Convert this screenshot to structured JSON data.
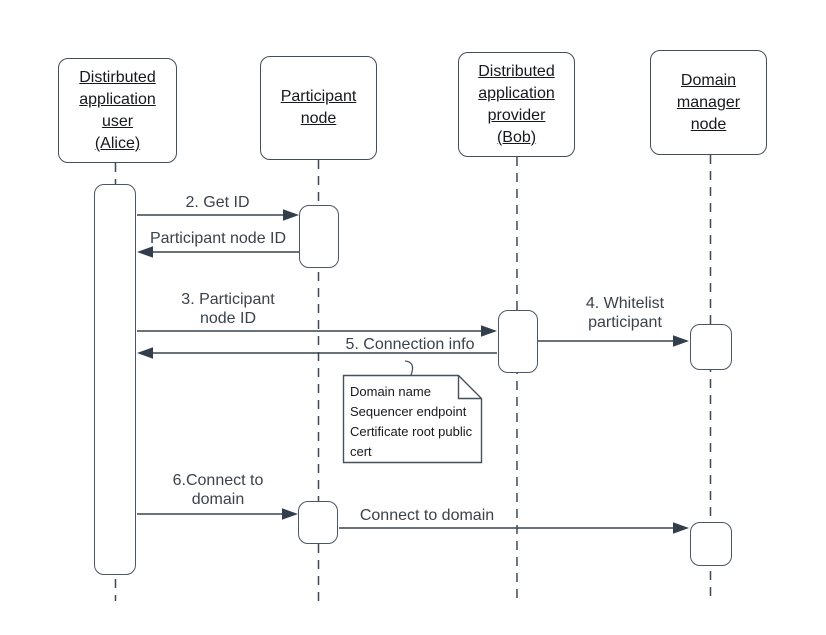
{
  "diagram": {
    "type": "uml-sequence-diagram",
    "background": "#ffffff",
    "colors": {
      "line": "#39434f",
      "box_border": "#434e5c",
      "arrow_fill": "#333e4c",
      "message_text": "#3a424c",
      "actor_text": "#15181c"
    },
    "actors": [
      {
        "id": "alice",
        "label": "Distirbuted\napplication\nuser\n(Alice)"
      },
      {
        "id": "participant-node",
        "label": "Participant\nnode"
      },
      {
        "id": "provider-bob",
        "label": "Distributed\napplication\nprovider\n(Bob)"
      },
      {
        "id": "domain-manager-node",
        "label": "Domain\nmanager\nnode"
      }
    ],
    "messages": [
      {
        "label": "2. Get ID",
        "from": "alice",
        "to": "participant-node",
        "direction": "right"
      },
      {
        "label": "Participant node ID",
        "from": "participant-node",
        "to": "alice",
        "direction": "left"
      },
      {
        "label": "3. Participant\nnode ID",
        "from": "alice",
        "to": "provider-bob",
        "direction": "right"
      },
      {
        "label": "4. Whitelist\nparticipant",
        "from": "provider-bob",
        "to": "domain-manager-node",
        "direction": "right"
      },
      {
        "label": "5. Connection info",
        "from": "provider-bob",
        "to": "alice",
        "direction": "left"
      },
      {
        "label": "6.Connect to\ndomain",
        "from": "alice",
        "to": "participant-node",
        "direction": "right"
      },
      {
        "label": "Connect to domain",
        "from": "participant-node",
        "to": "domain-manager-node",
        "direction": "right"
      }
    ],
    "note": {
      "text": "Domain name\nSequencer endpoint\nCertificate root public\ncert",
      "attached_to": "5. Connection info"
    }
  }
}
